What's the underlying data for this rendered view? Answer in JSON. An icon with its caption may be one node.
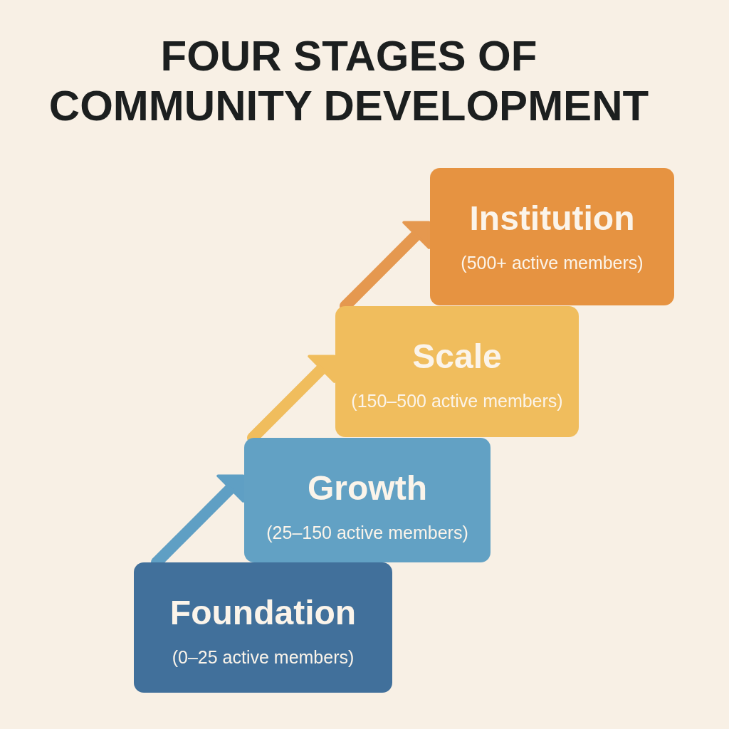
{
  "diagram": {
    "title": "FOUR STAGES OF COMMUNITY DEVELOPMENT",
    "nodes": [
      {
        "text": [
          "Foundation",
          "(0–25 active members)"
        ]
      },
      {
        "text": [
          "Growth",
          "(25–150 active members)"
        ]
      },
      {
        "text": [
          "Scale",
          "(150–500 active members)"
        ]
      },
      {
        "text": [
          "Institution",
          "(500+ active members)"
        ]
      }
    ],
    "edges": [
      {
        "from": 0,
        "to": 1,
        "arrow": "to",
        "color": "#5f9fc4"
      },
      {
        "from": 1,
        "to": 2,
        "arrow": "to",
        "color": "#f0bd5d"
      },
      {
        "from": 2,
        "to": 3,
        "arrow": "to",
        "color": "#e5984f"
      }
    ]
  }
}
